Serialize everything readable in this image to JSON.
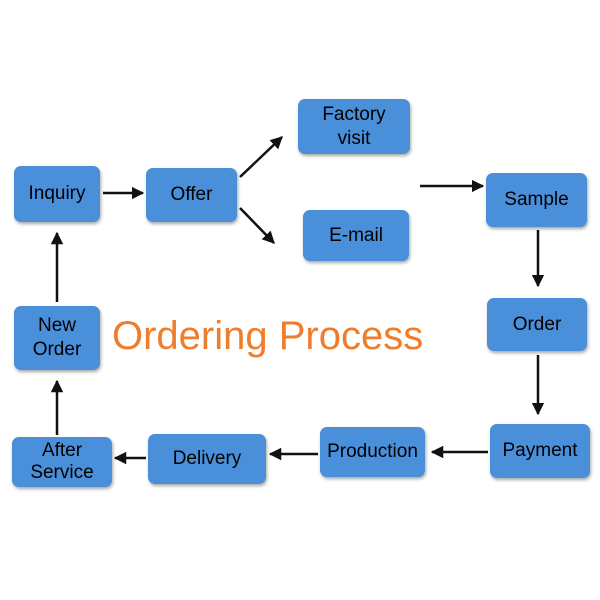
{
  "title": "Ordering Process",
  "colors": {
    "node_fill": "#4a8fd9",
    "title": "#ef7d2b",
    "arrow": "#111111"
  },
  "nodes": {
    "inquiry": "Inquiry",
    "offer": "Offer",
    "factory_visit": [
      "Factory",
      "visit"
    ],
    "email": "E-mail",
    "sample": "Sample",
    "order": "Order",
    "payment": "Payment",
    "production": "Production",
    "delivery": "Delivery",
    "after_service": [
      "After",
      "Service"
    ],
    "new_order": [
      "New",
      "Order"
    ]
  }
}
